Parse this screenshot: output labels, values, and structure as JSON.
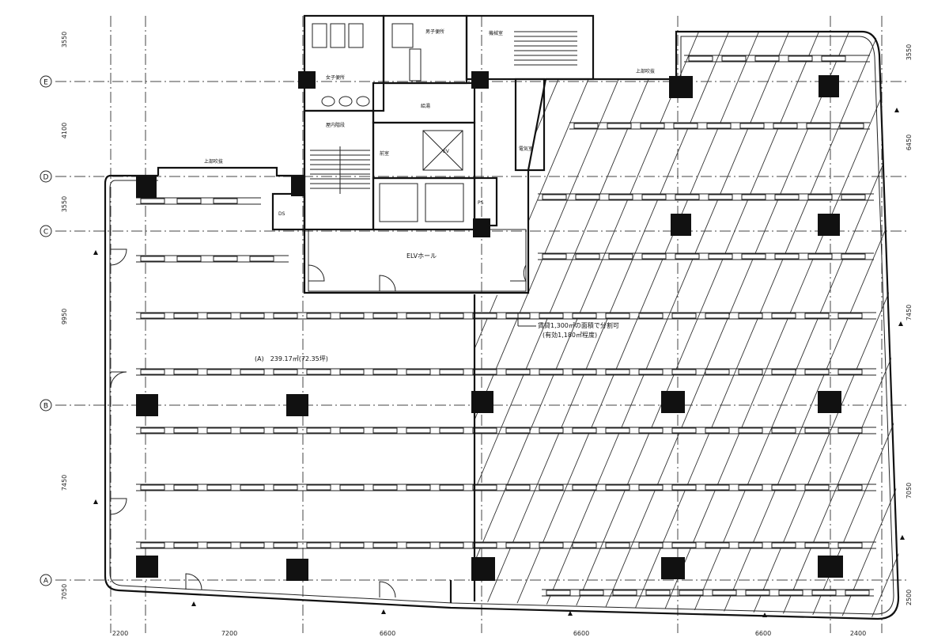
{
  "grid_rows": [
    {
      "label": "E"
    },
    {
      "label": "D"
    },
    {
      "label": "C"
    },
    {
      "label": "B"
    },
    {
      "label": "A"
    }
  ],
  "left_dimensions": [
    "3550",
    "4100",
    "3550",
    "9950",
    "7450",
    "7050"
  ],
  "right_dimensions": [
    "3550",
    "6450",
    "7450",
    "7050",
    "2500"
  ],
  "bottom_dimensions": [
    "2200",
    "7200",
    "6600",
    "6600",
    "6600",
    "2400"
  ],
  "rooms": {
    "elv_hall": "ELVホール",
    "area_label": "(A)　239.17㎡(72.35坪)",
    "lease_note_line1": "賃貸1,300㎡の面積で分割可",
    "lease_note_line2": "(有効1,180㎡程度)",
    "stair": "屋内階段",
    "male_wc": "男子便所",
    "female_wc": "女子便所",
    "pantry": "給湯",
    "ev": "EV",
    "hall": "前室",
    "psp": "PS",
    "dsp": "DS",
    "elec": "電気室",
    "mech": "機械室",
    "upper_void1": "上部吹抜",
    "upper_void2": "上部吹抜"
  }
}
